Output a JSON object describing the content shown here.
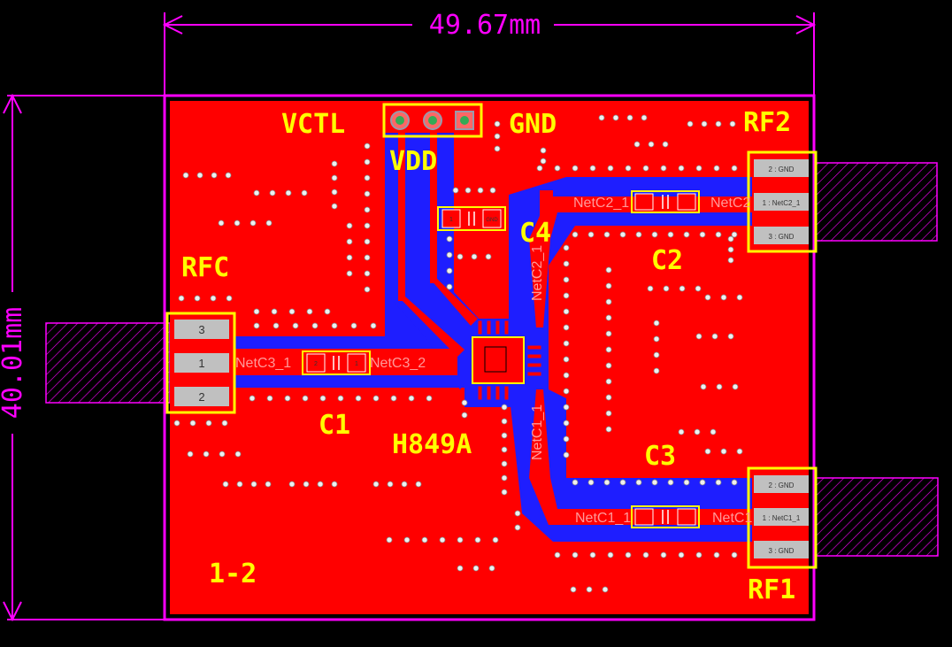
{
  "dimensions": {
    "width_label": "49.67mm",
    "height_label": "40.01mm"
  },
  "silkscreen": {
    "vctl": "VCTL",
    "gnd": "GND",
    "vdd": "VDD",
    "rf2": "RF2",
    "rf1": "RF1",
    "rfc": "RFC",
    "c1": "C1",
    "c2": "C2",
    "c3": "C3",
    "c4": "C4",
    "ic": "H849A",
    "board_id": "1-2"
  },
  "nets": {
    "netc3_1": "NetC3_1",
    "netc3_2": "NetC3_2",
    "netc2_1": "NetC2_1",
    "netc2_2": "NetC2",
    "netc2_v": "NetC2_1",
    "netc1_1": "NetC1_1",
    "netc1_2": "NetC1",
    "netc1_v": "NetC1_1"
  },
  "rfc_pads": [
    "3",
    "1",
    "2"
  ],
  "rf2_pads": [
    "2 : GND",
    "1 : NetC2_1",
    "3 : GND"
  ],
  "rf1_pads": [
    "2 : GND",
    "1 : NetC1_1",
    "3 : GND"
  ],
  "cap_pads": {
    "c1_left": "2",
    "c1_right": "1",
    "c4_left": "1",
    "c4_right": "GND"
  },
  "colors": {
    "copper_top": "#ff0000",
    "copper_bottom": "#1e1eff",
    "silkscreen": "#ffff00",
    "dimension": "#ff00ff"
  }
}
